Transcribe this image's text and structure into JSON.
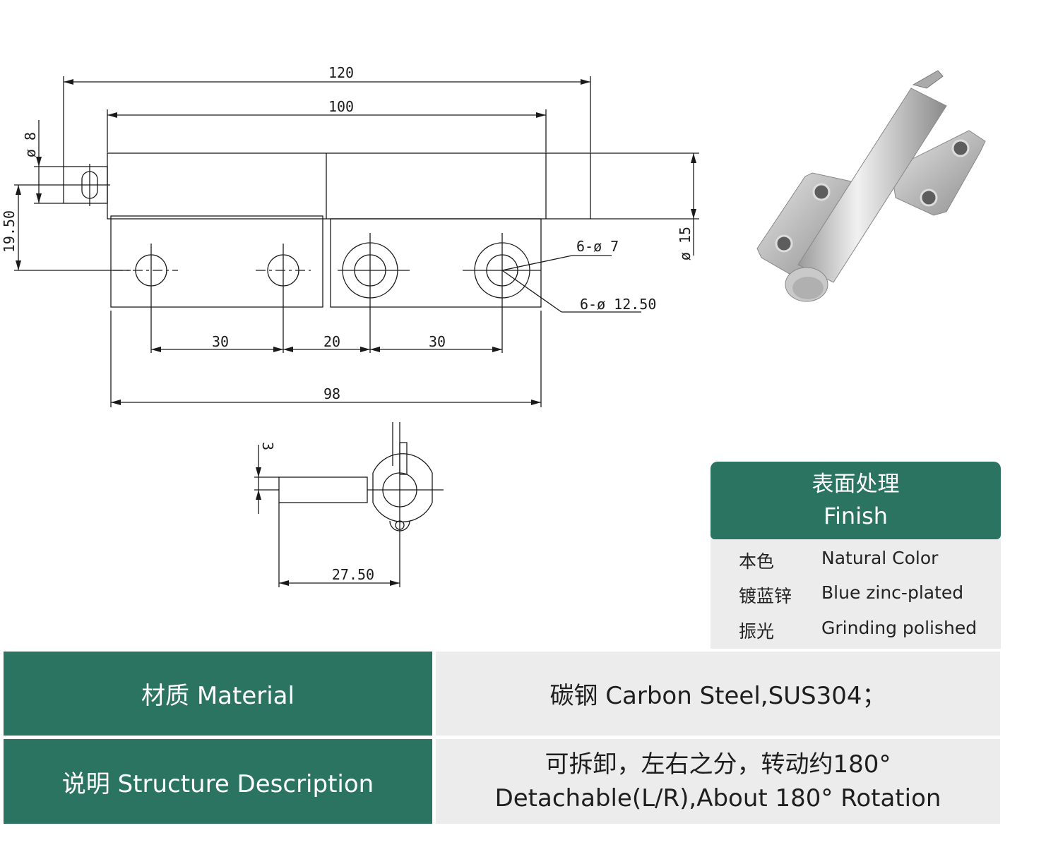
{
  "drawing": {
    "dims": {
      "d120": "120",
      "d100": "100",
      "d8": "ø 8",
      "d19_50": "19.50",
      "d15": "ø 15",
      "hole_small": "6-ø 7",
      "hole_large": "6-ø 12.50",
      "d30a": "30",
      "d20": "20",
      "d30b": "30",
      "d98": "98",
      "d3": "3",
      "d27_50": "27.50"
    }
  },
  "finish": {
    "title_zh": "表面处理",
    "title_en": "Finish",
    "rows": [
      {
        "zh": "本色",
        "en": "Natural Color"
      },
      {
        "zh": "镀蓝锌",
        "en": "Blue zinc-plated"
      },
      {
        "zh": "振光",
        "en": "Grinding polished"
      }
    ]
  },
  "specs": {
    "material_label": "材质 Material",
    "material_value": "碳钢   Carbon Steel,SUS304；",
    "structure_label": "说明 Structure Description",
    "structure_value_zh": "可拆卸，左右之分，转动约180°",
    "structure_value_en": "Detachable(L/R),About 180° Rotation"
  }
}
